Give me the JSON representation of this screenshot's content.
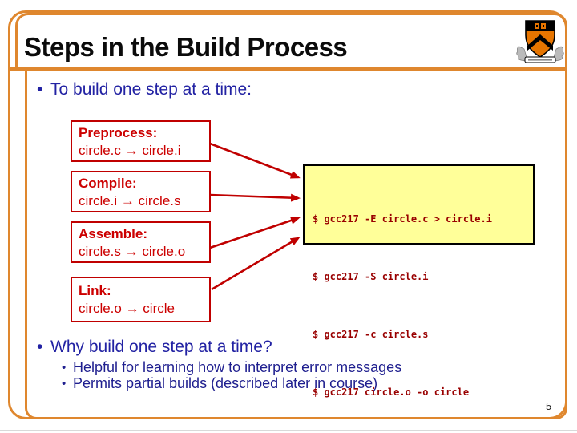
{
  "slide": {
    "title": "Steps in the Build Process",
    "page_number": "5"
  },
  "colors": {
    "frame_orange": "#DF872E",
    "step_red": "#C00000",
    "bullet_blue": "#2222A3",
    "code_text_red": "#990000",
    "code_bg_yellow": "#FFFF99",
    "shield_orange": "#E77500"
  },
  "icons": {
    "logo": "princeton-shield"
  },
  "intro_bullet": {
    "dot": "•",
    "text": "To build one step at a time:"
  },
  "steps": [
    {
      "label": "Preprocess:",
      "transform": "circle.c → circle.i"
    },
    {
      "label": "Compile:",
      "transform": "circle.i → circle.s"
    },
    {
      "label": "Assemble:",
      "transform": "circle.s → circle.o"
    },
    {
      "label": "Link:",
      "transform": "circle.o → circle"
    }
  ],
  "terminal": {
    "commands": [
      "$ gcc217 -E circle.c > circle.i",
      "$ gcc217 -S circle.i",
      "$ gcc217 -c circle.s",
      "$ gcc217 circle.o -o circle"
    ]
  },
  "why": {
    "dot": "•",
    "heading": "Why build one step at a time?",
    "points": [
      "Helpful for learning how to interpret error messages",
      "Permits partial builds (described later in course)"
    ]
  }
}
